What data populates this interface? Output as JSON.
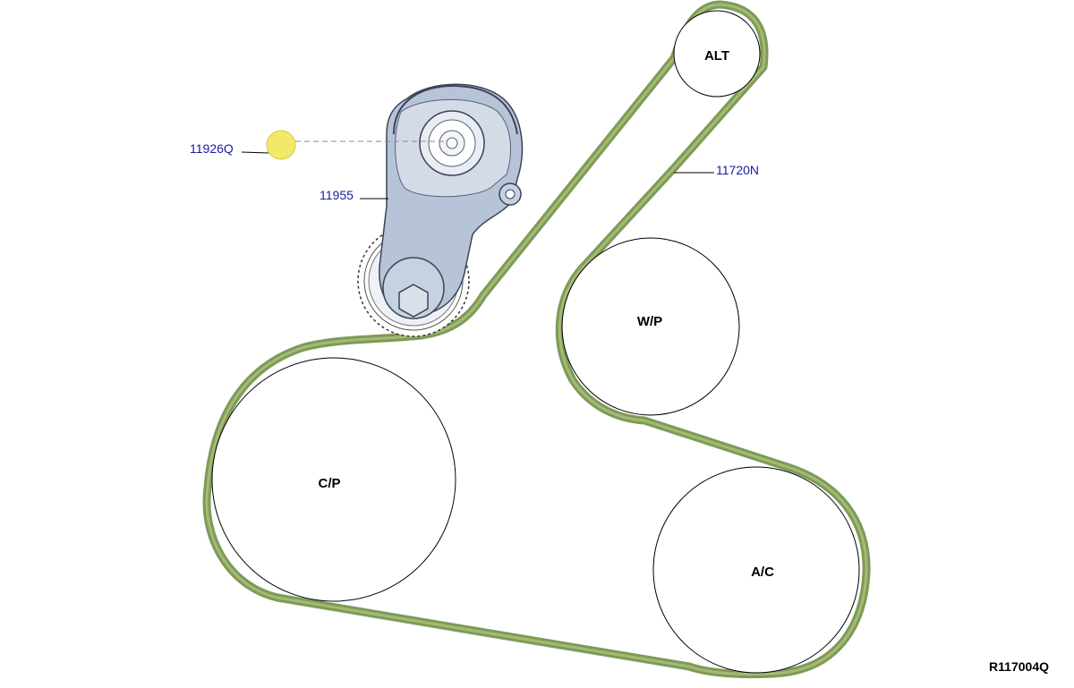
{
  "pulleys": {
    "alt": "ALT",
    "wp": "W/P",
    "cp": "C/P",
    "ac": "A/C"
  },
  "callouts": {
    "plug": "11926Q",
    "tensioner": "11955",
    "belt": "11720N"
  },
  "reference": "R117004Q",
  "colors": {
    "belt": "#7f9a55",
    "belt_inner": "#93ad68",
    "tensioner_body": "#b7c4d8",
    "plug": "#f2e86a",
    "callout_text": "#1a1aa6"
  }
}
